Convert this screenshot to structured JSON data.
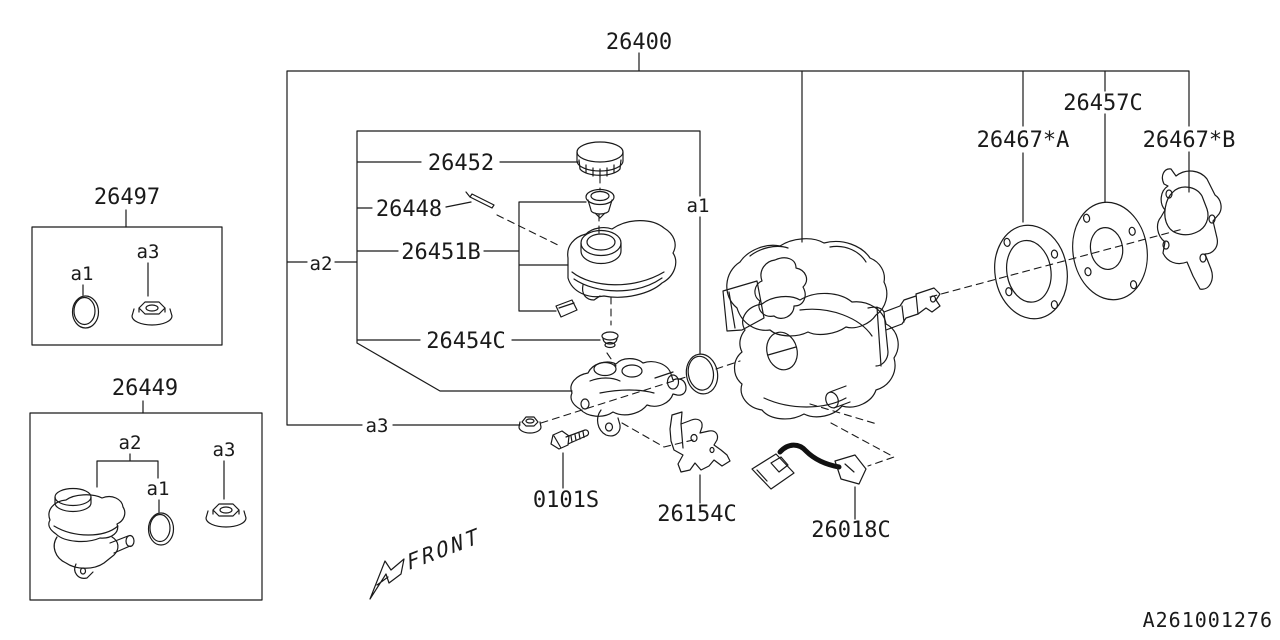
{
  "colors": {
    "background": "#ffffff",
    "line": "#1a1a1a"
  },
  "parts": {
    "p26400": "26400",
    "p26497": "26497",
    "p26449": "26449",
    "p26452": "26452",
    "p26448": "26448",
    "p26451B": "26451B",
    "p26454C": "26454C",
    "p0101S": "0101S",
    "p26154C": "26154C",
    "p26018C": "26018C",
    "p26457C": "26457C",
    "p26467A": "26467*A",
    "p26467B": "26467*B"
  },
  "refs": {
    "a1": "a1",
    "a2": "a2",
    "a3": "a3"
  },
  "annotations": {
    "front": "FRONT",
    "doc_id": "A261001276"
  }
}
